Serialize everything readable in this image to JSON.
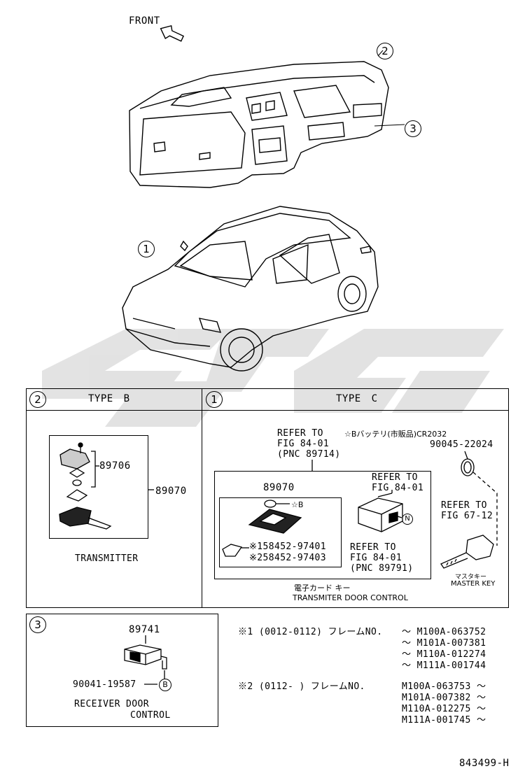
{
  "header": {
    "front_label": "FRONT",
    "callout_2": "2",
    "callout_3": "3",
    "callout_1": "1"
  },
  "panel_b": {
    "callout": "2",
    "title": "TYPE B",
    "part_89706": "89706",
    "part_89070": "89070",
    "caption": "TRANSMITTER"
  },
  "panel_c": {
    "callout": "1",
    "title": "TYPE C",
    "refer1_line1": "REFER TO",
    "refer1_line2": "FIG 84-01",
    "refer1_line3": "(PNC 89714)",
    "battery_note": "☆Bバッテリ(市販品)CR2032",
    "part_90045": "90045-22024",
    "part_89070": "89070",
    "star_b": "☆B",
    "note1": "※158452-97401",
    "note2": "※258452-97403",
    "refer2_line1": "REFER TO",
    "refer2_line2": "FIG 84-01",
    "n_mark": "N",
    "refer3_line1": "REFER TO",
    "refer3_line2": "FIG 84-01",
    "refer3_line3": "(PNC 89791)",
    "refer4_line1": "REFER TO",
    "refer4_line2": "FIG 67-12",
    "master_key_jp": "マスタキー",
    "master_key": "MASTER KEY",
    "caption_jp": "電子カード キー",
    "caption": "TRANSMITER DOOR CONTROL"
  },
  "panel_3": {
    "callout": "3",
    "part_89741": "89741",
    "part_90041": "90041-19587",
    "b_mark": "B",
    "caption_line1": "RECEIVER DOOR",
    "caption_line2": "CONTROL"
  },
  "frame_notes": {
    "note1_label": "※1 (0012-0112) フレームNO.",
    "note1_values": [
      "～ M100A-063752",
      "～ M101A-007381",
      "～ M110A-012274",
      "～ M111A-001744"
    ],
    "note2_label": "※2 (0112-      ) フレームNO.",
    "note2_values": [
      "M100A-063753 ～",
      "M101A-007382 ～",
      "M110A-012275 ～",
      "M111A-001745 ～"
    ]
  },
  "footer": {
    "code": "843499-H"
  }
}
